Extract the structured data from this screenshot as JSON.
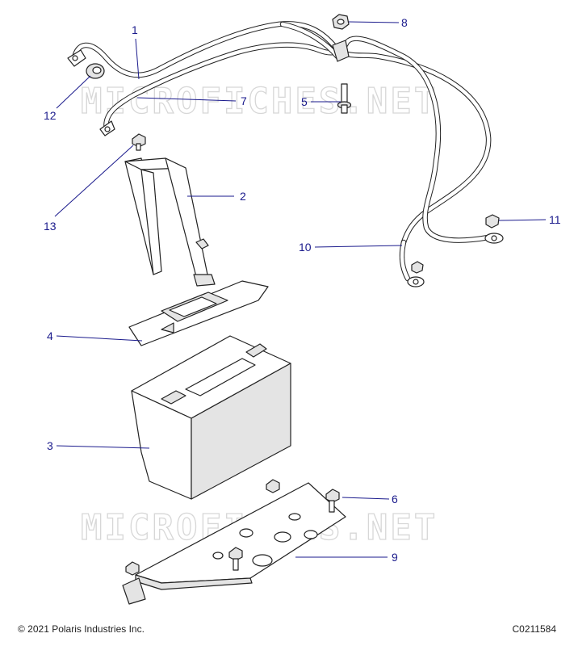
{
  "watermark": "MICROFICHES.NET",
  "callouts": [
    "1",
    "2",
    "3",
    "4",
    "5",
    "6",
    "7",
    "8",
    "9",
    "10",
    "11",
    "12",
    "13"
  ],
  "footer": {
    "copyright": "© 2021 Polaris Industries Inc.",
    "figure_code": "C0211584"
  },
  "colors": {
    "callout": "#1a1a8c",
    "line": "#222222"
  }
}
